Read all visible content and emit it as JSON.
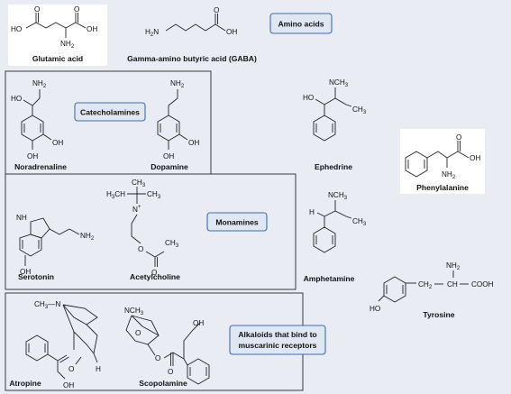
{
  "molecules": {
    "glutamic_acid": "Glutamic acid",
    "gaba": "Gamma-amino butyric acid (GABA)",
    "noradrenaline": "Noradrenaline",
    "dopamine": "Dopamine",
    "serotonin": "Serotonin",
    "acetylcholine": "Acetylcholine",
    "atropine": "Atropine",
    "scopolamine": "Scopolamine",
    "ephedrine": "Ephedrine",
    "amphetamine": "Amphetamine",
    "phenylalanine": "Phenylalanine",
    "tyrosine": "Tyrosine"
  },
  "tags": {
    "amino_acids": "Amino acids",
    "catecholamines": "Catecholamines",
    "monamines": "Monamines",
    "alkaloids_line1": "Alkaloids that bind to",
    "alkaloids_line2": "muscarinic receptors"
  },
  "atoms": {
    "ho": "HO",
    "oh": "OH",
    "o": "O",
    "h": "H",
    "h2n": "H",
    "nh2": "NH",
    "nh": "NH",
    "nch3": "NCH",
    "n": "N",
    "ch3": "CH",
    "ch3n": "CH",
    "ch2": "CH",
    "ch": "CH",
    "cooh": "COOH",
    "h3c": "H",
    "two": "2",
    "three": "3",
    "plus": "+",
    "dash": "—"
  }
}
